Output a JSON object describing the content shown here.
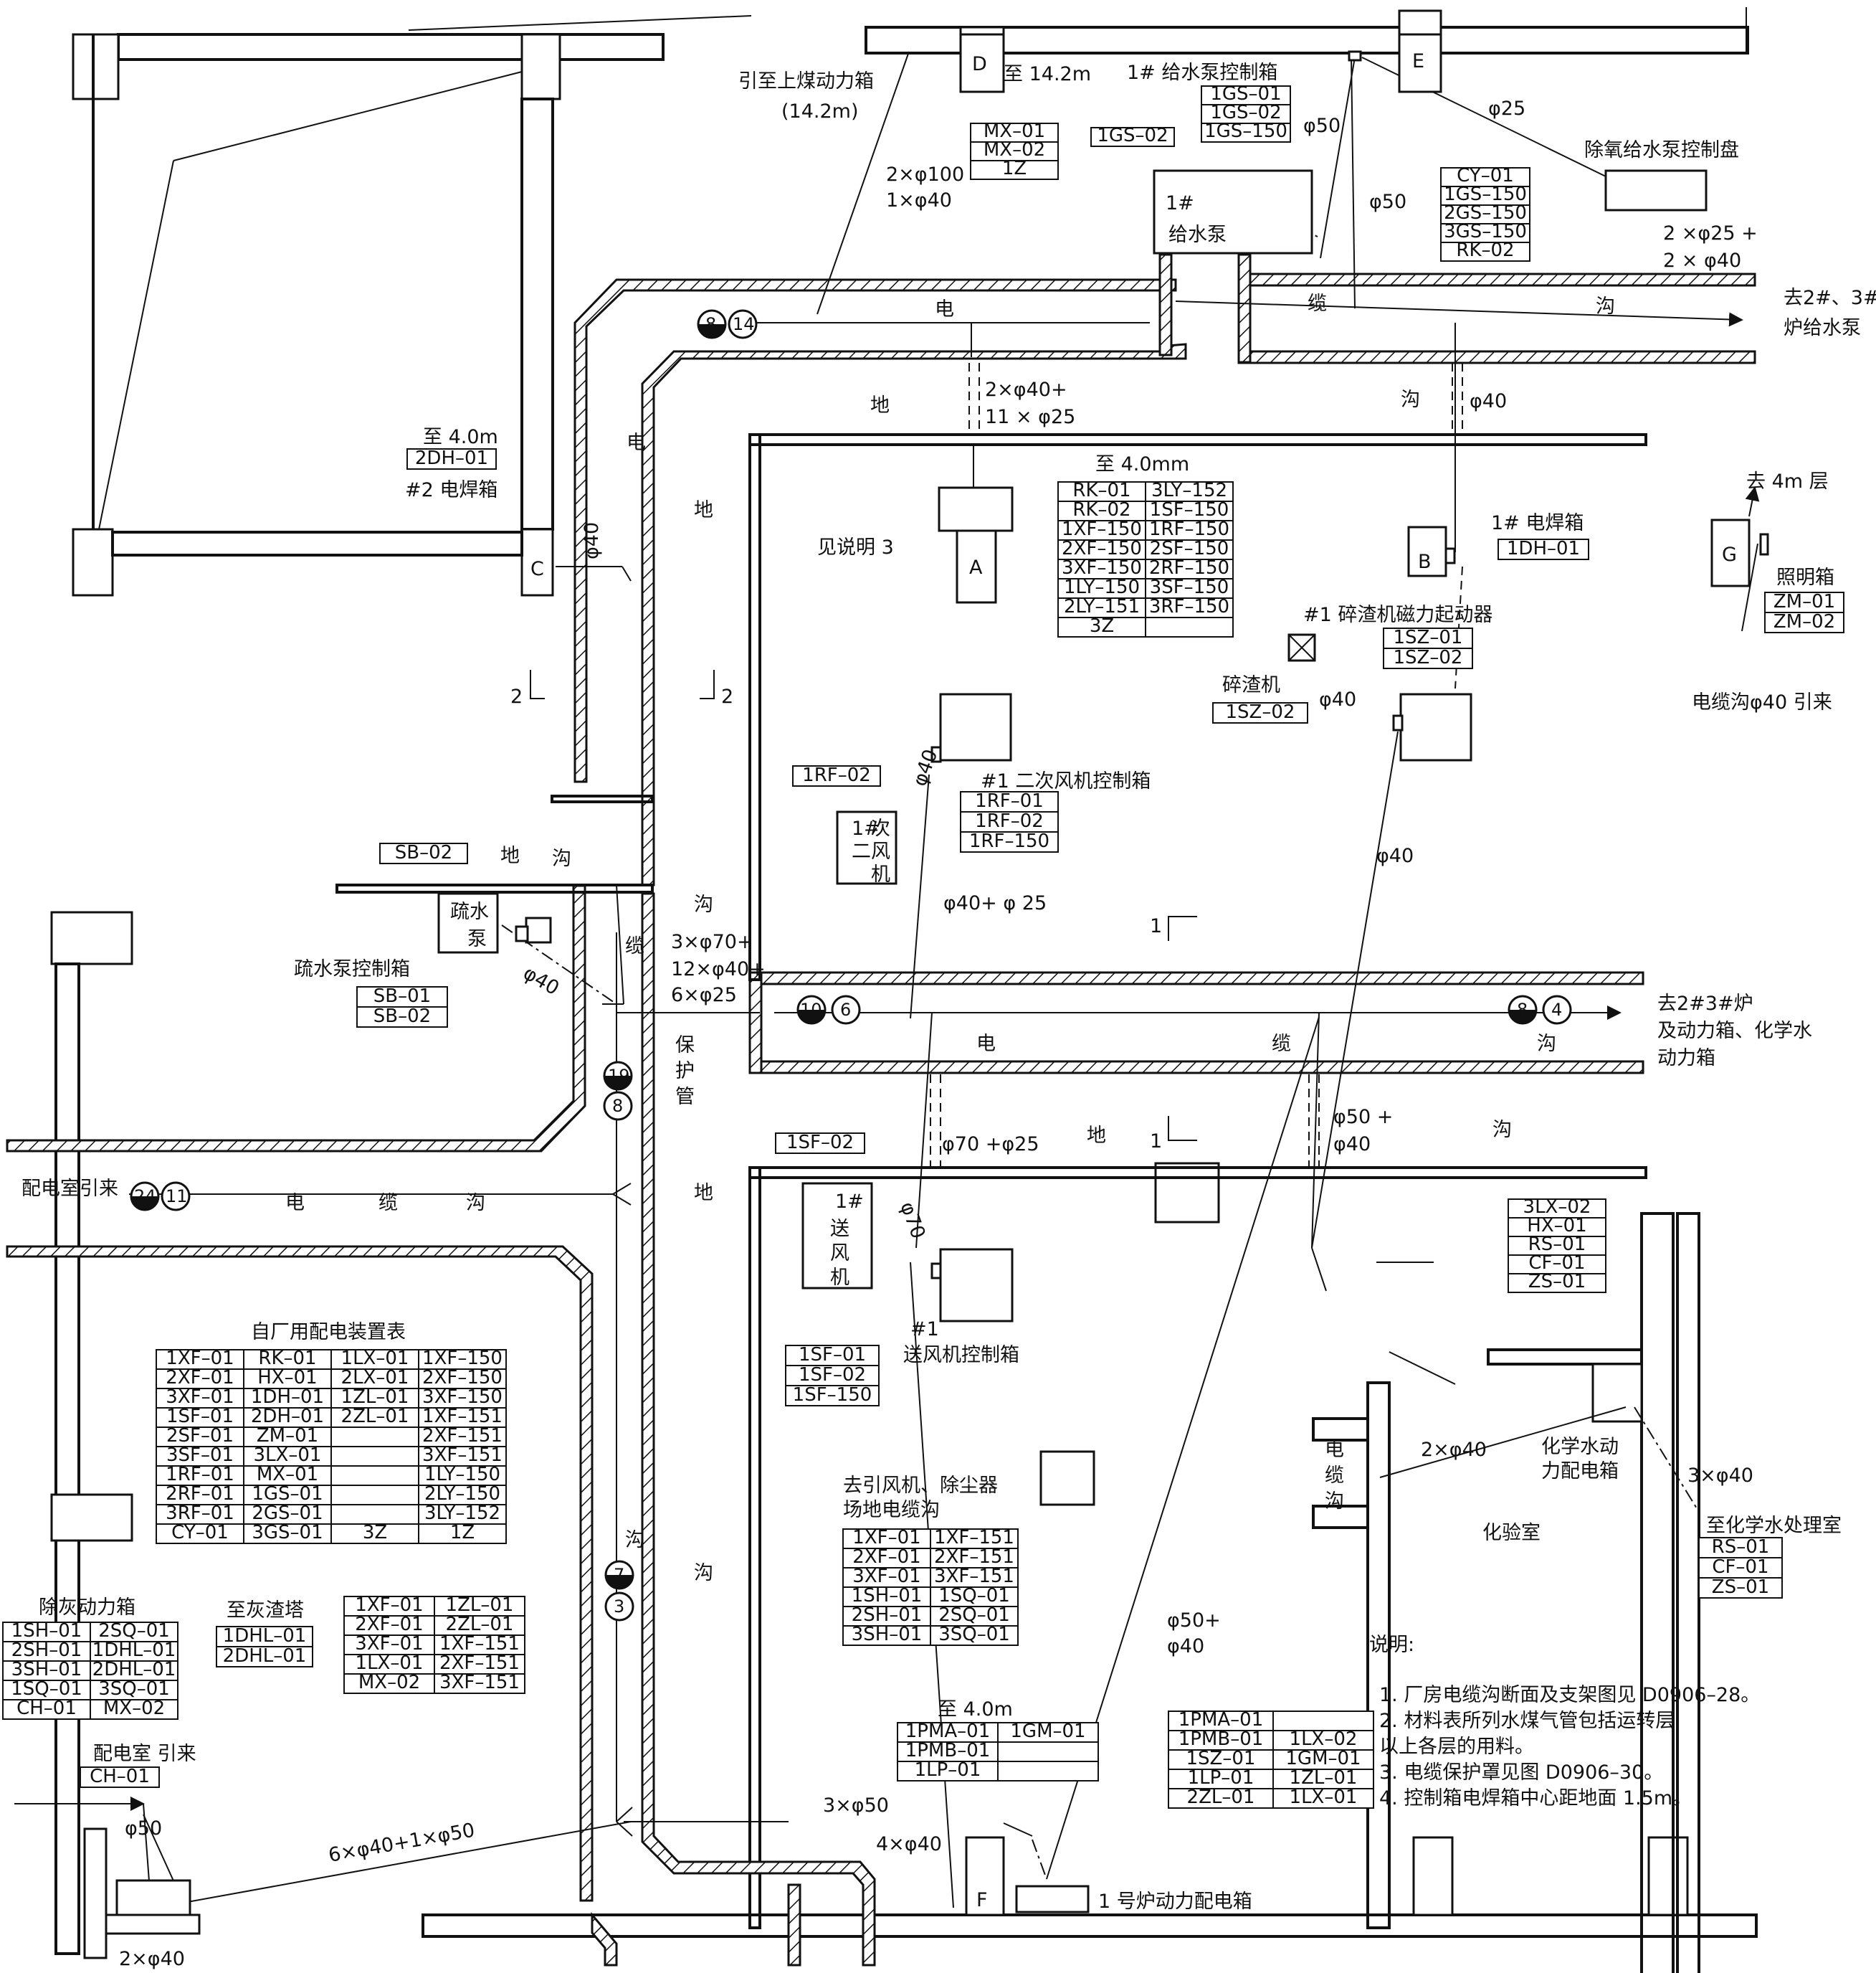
{
  "columns": {
    "A": "A",
    "B": "B",
    "C": "C",
    "D": "D",
    "E": "E",
    "F": "F",
    "G": "G"
  },
  "labels": {
    "coal_power": "引至上煤动力箱",
    "coal_power_h": "(14.2m)",
    "to_142": "至 14.2m",
    "pump_ctrl": "1# 给水泵控制箱",
    "pump1": "1#",
    "pump1b": "给水泵",
    "deaerator": "除氧给水泵控制盘",
    "to_boiler_pumps": "去2#、3#",
    "to_boiler_pumps2": "炉给水泵",
    "to_4m": "至 4.0m",
    "weld2": "#2 电焊箱",
    "to_40mm": "至 4.0mm",
    "see_note": "见说明 3",
    "weld1": "1# 电焊箱",
    "to_4m_floor": "去 4m 层",
    "lighting": "照明箱",
    "cable_phi40": "电缆沟φ40 引来",
    "crusher_starter": "#1 碎渣机磁力起动器",
    "crusher": "碎渣机",
    "sec_fan_box": "#1 二次风机控制箱",
    "sec_fan": "1# 次风二机",
    "drain_pump": "疏水泵",
    "drain_ctrl": "疏水泵控制箱",
    "to_boiler_23": "去2#3#炉",
    "to_boiler_23b": "及动力箱、化学水",
    "to_boiler_23c": "动力箱",
    "protect_pipe": "保护管",
    "from_dist": "配电室引来",
    "table_title": "自厂用配电装置表",
    "fan1": "1# 送风机",
    "fan1_ctrl": "#1 送风机控制箱",
    "induced": "去引风机、除尘器",
    "induced2": "场地电缆沟",
    "chem_box": "化学水动",
    "chem_box2": "力配电箱",
    "to_chem": "至化学水处理室",
    "lab": "化验室",
    "ash_power": "除灰动力箱",
    "to_slag": "至灰渣塔",
    "dist_room": "配电室  引来",
    "boiler1_box": "1 号炉动力配电箱",
    "to_4m_b": "至 4.0m",
    "cable_trench_v": "电缆沟"
  },
  "cable_sizes": {
    "c1": "2×φ100",
    "c1b": "1×φ40",
    "c2": "φ50",
    "c3": "φ25",
    "c4": "φ50",
    "c5": "2 ×φ25 +",
    "c5b": "2 × φ40",
    "c6": "2×φ40+",
    "c6b": "11 × φ25",
    "c7": "φ40",
    "c8": "φ40",
    "c9": "φ40",
    "c10": "φ40",
    "c11": "φ40",
    "c12": "φ40+ φ 25",
    "c13": "φ40",
    "c14": "3×φ70+",
    "c14b": "12×φ40+",
    "c14c": "6×φ25",
    "c15": "φ70 +φ25",
    "c16": "φ50 +",
    "c16b": "φ40",
    "c17": "φ70",
    "c18": "2×φ40",
    "c19": "3×φ40",
    "c20": "φ50+",
    "c20b": "φ40",
    "c21": "3×φ50",
    "c22": "4×φ40",
    "c23": "6×φ40+1×φ50",
    "c24": "φ50",
    "c25": "2×φ40"
  },
  "trench_words": {
    "top_dian": "电",
    "top_lan": "缆",
    "top_gou": "沟",
    "upper_di": "地",
    "upper_gou": "沟",
    "v_dian": "电",
    "v_di": "地",
    "v_lan": "缆",
    "v_gou": "沟",
    "mid_di": "地",
    "mid_gou": "沟",
    "mid_dian": "电",
    "mid_lan": "缆",
    "mid_gou2": "沟",
    "low_di": "地",
    "low_gou": "沟",
    "left_dian": "电",
    "left_lan": "缆",
    "left_gou": "沟",
    "v2_di": "地",
    "v2_gou": "沟",
    "v3_gou": "沟"
  },
  "sections": {
    "s2a": "2",
    "s2b": "2",
    "s1a": "1",
    "s1b": "1"
  },
  "bubbles": {
    "b1": [
      "8",
      "14"
    ],
    "b2": [
      "10",
      "6"
    ],
    "b3": [
      "8",
      "4"
    ],
    "b4": [
      "19",
      "8"
    ],
    "b5": [
      "24",
      "11"
    ],
    "b6": [
      "7",
      "3"
    ]
  },
  "tags": {
    "mx": [
      "MX–01",
      "MX–02",
      "1Z"
    ],
    "gs1": [
      "1GS–01",
      "1GS–02",
      "1GS–150"
    ],
    "gs02": [
      "1GS–02"
    ],
    "cy": [
      "CY–01",
      "1GS–150",
      "2GS–150",
      "3GS–150",
      "RK–02"
    ],
    "dh2": [
      "2DH–01"
    ],
    "dh1": [
      "1DH–01"
    ],
    "zm": [
      "ZM–01",
      "ZM–02"
    ],
    "sz": [
      "1SZ–01",
      "1SZ–02"
    ],
    "sz02": [
      "1SZ–02"
    ],
    "rf": [
      "1RF–01",
      "1RF–02",
      "1RF–150"
    ],
    "rf02": [
      "1RF–02"
    ],
    "sb02": [
      "SB–02"
    ],
    "sb": [
      "SB–01",
      "SB–02"
    ],
    "sf02": [
      "1SF–02"
    ],
    "sf": [
      "1SF–01",
      "1SF–02",
      "1SF–150"
    ],
    "chem": [
      "3LX–02",
      "HX–01",
      "RS–01",
      "CF–01",
      "ZS–01"
    ],
    "chem2": [
      "RS–01",
      "CF–01",
      "ZS–01"
    ],
    "dhl": [
      "1DHL–01",
      "2DHL–01"
    ],
    "ch": [
      "CH–01"
    ]
  },
  "table_A": [
    [
      "RK–01",
      "3LY–152"
    ],
    [
      "RK–02",
      "1SF–150"
    ],
    [
      "1XF–150",
      "1RF–150"
    ],
    [
      "2XF–150",
      "2SF–150"
    ],
    [
      "3XF–150",
      "2RF–150"
    ],
    [
      "1LY–150",
      "3SF–150"
    ],
    [
      "2LY–151",
      "3RF–150"
    ],
    [
      "3Z",
      ""
    ]
  ],
  "table_main": [
    [
      "1XF–01",
      "RK–01",
      "1LX–01",
      "1XF–150"
    ],
    [
      "2XF–01",
      "HX–01",
      "2LX–01",
      "2XF–150"
    ],
    [
      "3XF–01",
      "1DH–01",
      "1ZL–01",
      "3XF–150"
    ],
    [
      "1SF–01",
      "2DH–01",
      "2ZL–01",
      "1XF–151"
    ],
    [
      "2SF–01",
      "ZM–01",
      "",
      "2XF–151"
    ],
    [
      "3SF–01",
      "3LX–01",
      "",
      "3XF–151"
    ],
    [
      "1RF–01",
      "MX–01",
      "",
      "1LY–150"
    ],
    [
      "2RF–01",
      "1GS–01",
      "",
      "2LY–150"
    ],
    [
      "3RF–01",
      "2GS–01",
      "",
      "3LY–152"
    ],
    [
      "CY–01",
      "3GS–01",
      "3Z",
      "1Z"
    ]
  ],
  "table_ash": [
    [
      "1SH–01",
      "2SQ–01"
    ],
    [
      "2SH–01",
      "1DHL–01"
    ],
    [
      "3SH–01",
      "2DHL–01"
    ],
    [
      "1SQ–01",
      "3SQ–01"
    ],
    [
      "CH–01",
      "MX–02"
    ]
  ],
  "table_zl": [
    [
      "1XF–01",
      "1ZL–01"
    ],
    [
      "2XF–01",
      "2ZL–01"
    ],
    [
      "3XF–01",
      "1XF–151"
    ],
    [
      "1LX–01",
      "2XF–151"
    ],
    [
      "MX–02",
      "3XF–151"
    ]
  ],
  "table_induced": [
    [
      "1XF–01",
      "1XF–151"
    ],
    [
      "2XF–01",
      "2XF–151"
    ],
    [
      "3XF–01",
      "3XF–151"
    ],
    [
      "1SH–01",
      "1SQ–01"
    ],
    [
      "2SH–01",
      "2SQ–01"
    ],
    [
      "3SH–01",
      "3SQ–01"
    ]
  ],
  "table_pma": [
    [
      "1PMA–01",
      "1GM–01"
    ],
    [
      "1PMB–01",
      ""
    ],
    [
      "1LP–01",
      ""
    ]
  ],
  "table_pma2": [
    [
      "1PMA–01",
      ""
    ],
    [
      "1PMB–01",
      "1LX–02"
    ],
    [
      "1SZ–01",
      "1GM–01"
    ],
    [
      "1LP–01",
      "1ZL–01"
    ],
    [
      "2ZL–01",
      "1LX–01"
    ]
  ],
  "notes": {
    "title": "说明:",
    "items": [
      "1. 厂房电缆沟断面及支架图见 D0906–28。",
      "2. 材料表所列水煤气管包括运转层",
      "    以上各层的用料。",
      "3. 电缆保护罩见图 D0906–30。",
      "4. 控制箱电焊箱中心距地面 1.5m。"
    ]
  }
}
